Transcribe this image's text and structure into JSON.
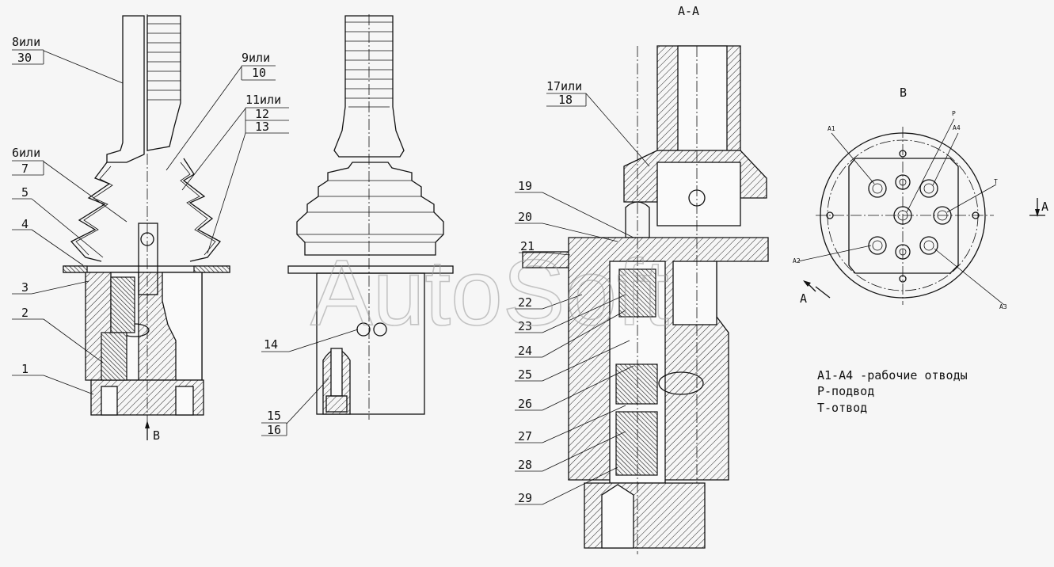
{
  "labels": {
    "p1": "1",
    "p2": "2",
    "p3": "3",
    "p4": "4",
    "p5": "5",
    "p6": "6или",
    "p7": "7",
    "p8": "8или",
    "p30": "30",
    "p9": "9или",
    "p10": "10",
    "p11": "11или",
    "p12": "12",
    "p13": "13",
    "p14": "14",
    "p15": "15",
    "p16": "16",
    "p17": "17или",
    "p18": "18",
    "p19": "19",
    "p20": "20",
    "p21": "21",
    "p22": "22",
    "p23": "23",
    "p24": "24",
    "p25": "25",
    "p26": "26",
    "p27": "27",
    "p28": "28",
    "p29": "29"
  },
  "views": {
    "section_title": "А-А",
    "view_b_title": "В",
    "arrow_b_label": "В",
    "cut_label_a_right": "А",
    "cut_label_a_left": "А"
  },
  "ports": {
    "a1": "А1",
    "a2": "А2",
    "a3": "А3",
    "a4": "А4",
    "p": "Р",
    "t": "Т"
  },
  "legend": [
    "А1-А4 -рабочие отводы",
    "Р-подвод",
    "Т-отвод"
  ],
  "watermark": "AutoSoft"
}
